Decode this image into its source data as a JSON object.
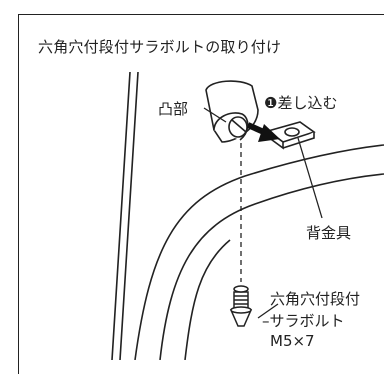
{
  "title": "六角穴付段付サラボルトの取り付け",
  "labels": {
    "protrusion": "凸部",
    "step_number": "❶",
    "step_text": "差し込む",
    "back_metal": "背金具",
    "bolt_line1": "六角穴付段付",
    "bolt_line2": "サラボルト",
    "bolt_line3": "M5×7"
  }
}
